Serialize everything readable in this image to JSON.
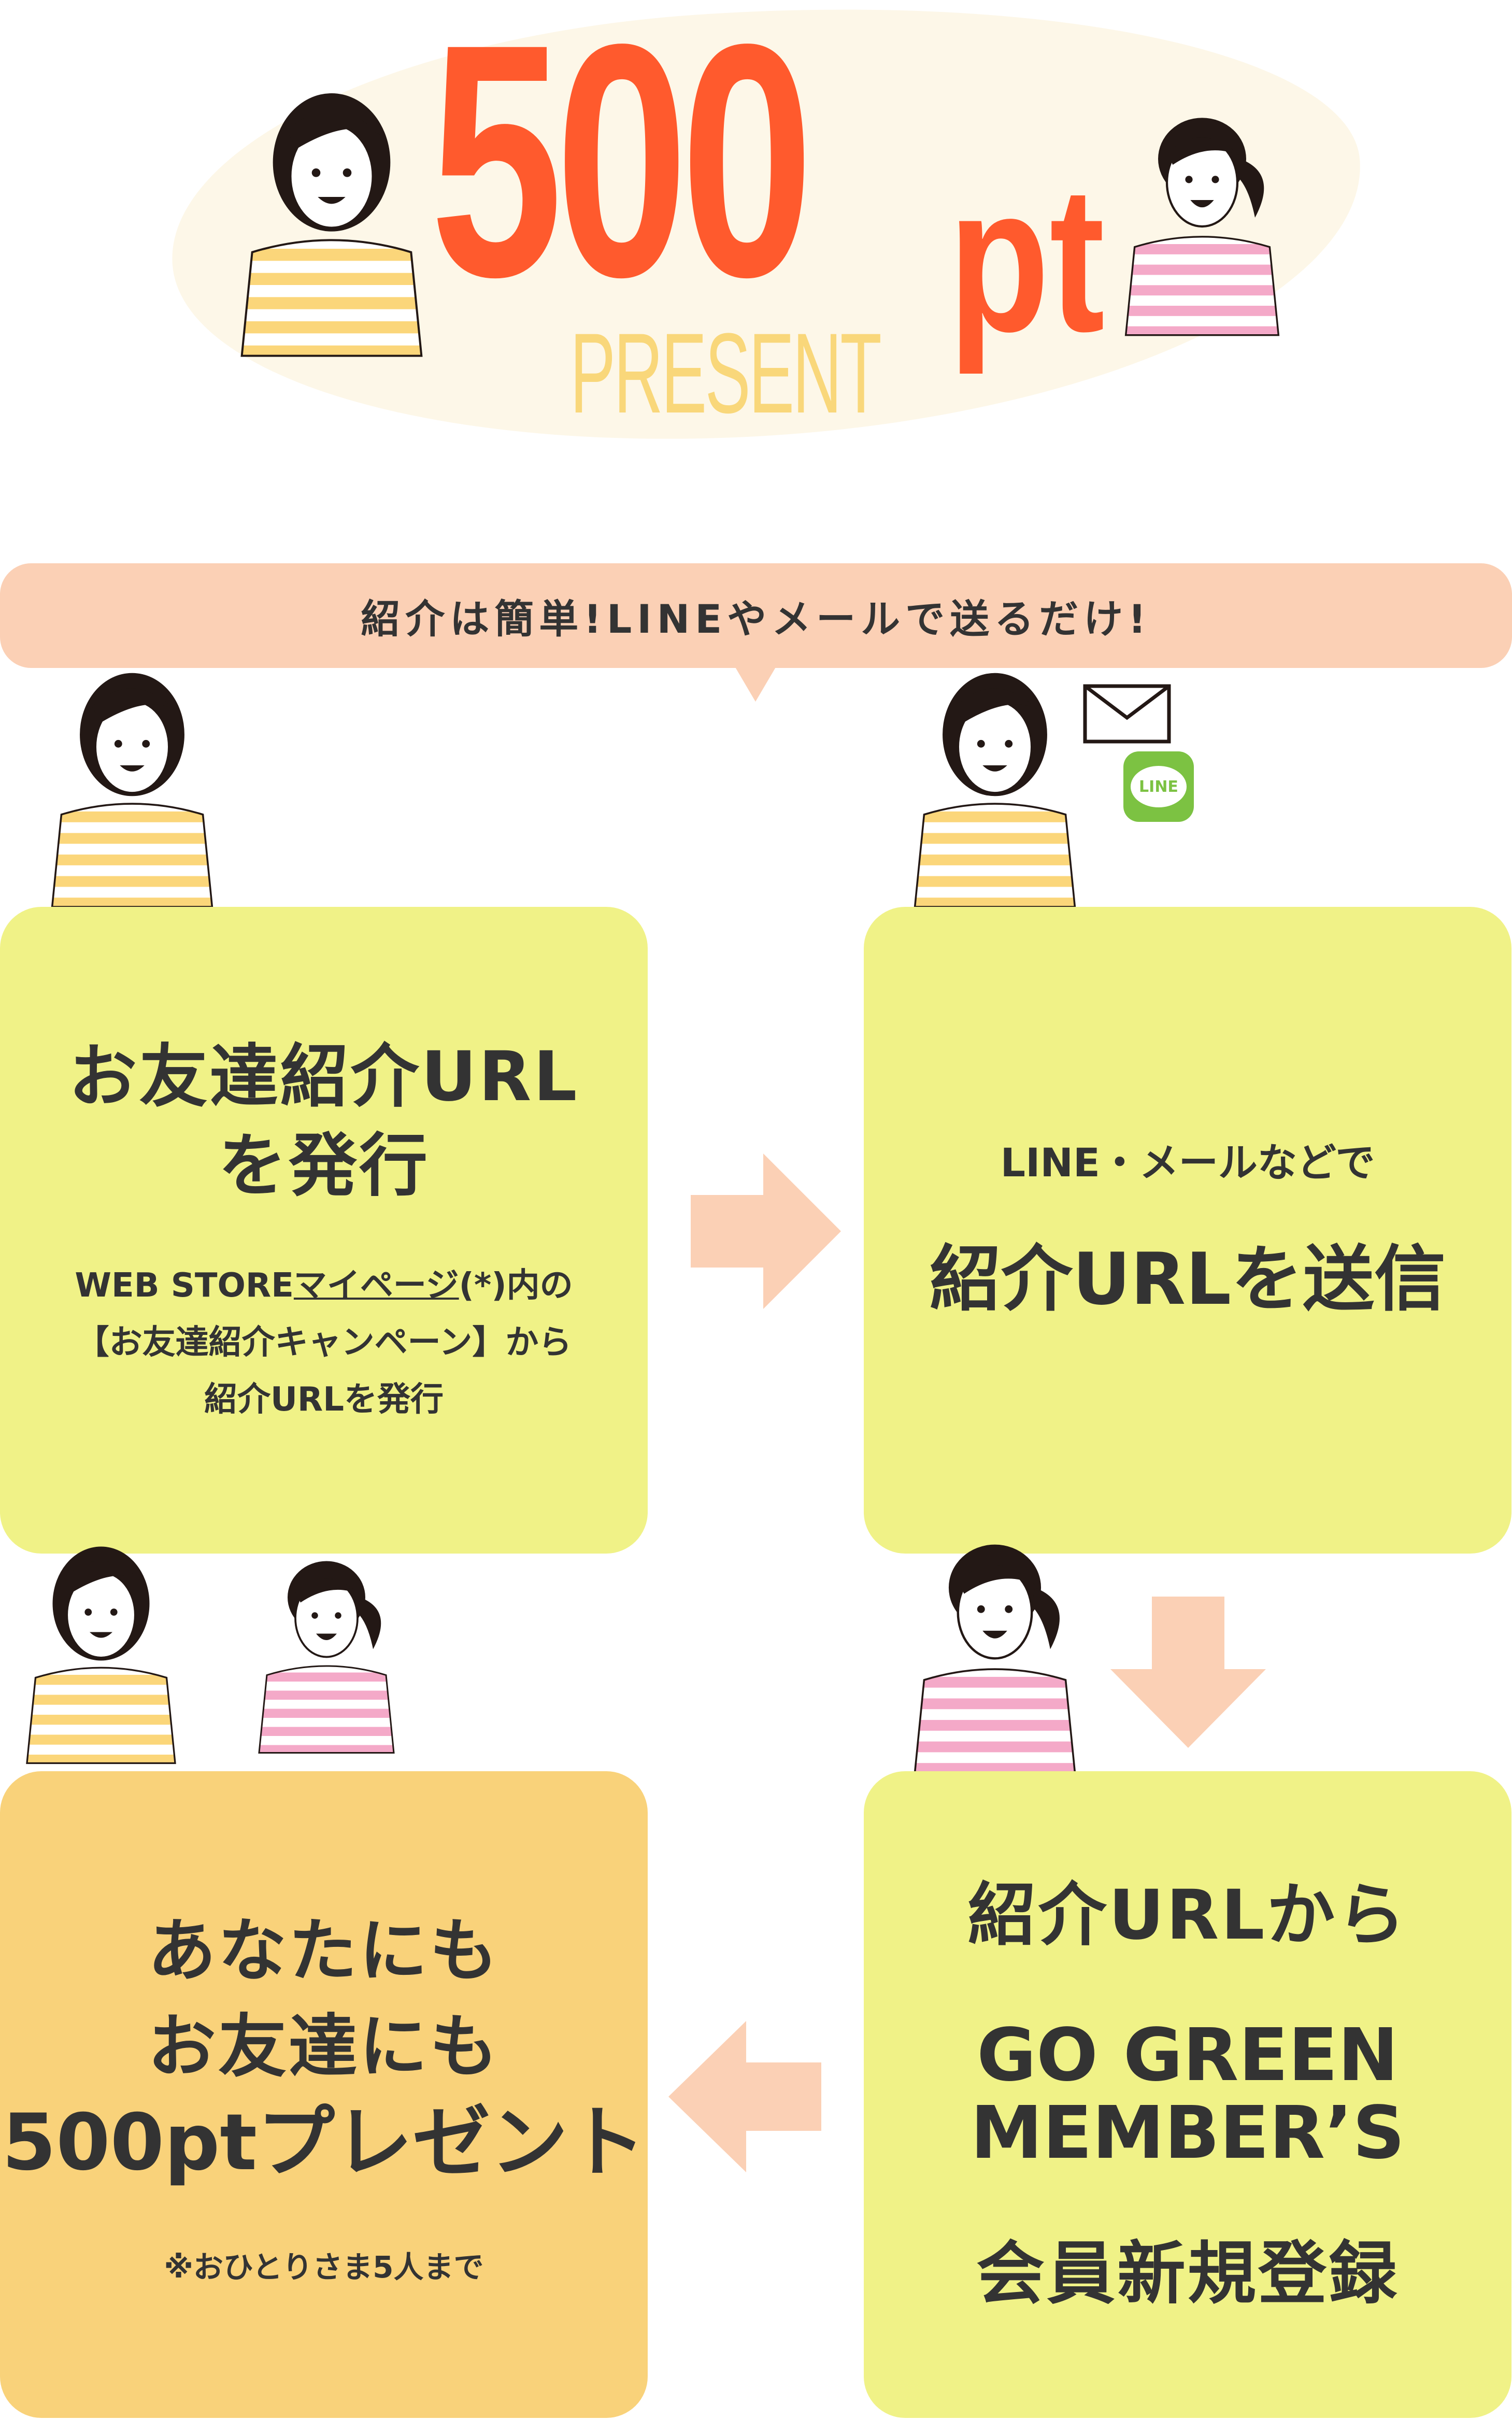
{
  "hero": {
    "points": "500",
    "unit": "pt",
    "present": "PRESENT"
  },
  "banner": {
    "text": "紹介は簡単!LINEやメールで送るだけ!"
  },
  "steps": [
    {
      "title_lines": [
        "お友達紹介URL",
        "を発行"
      ],
      "desc_prefix": "WEB STORE",
      "desc_link": "マイページ",
      "desc_suffix": "(*)内の",
      "desc_line2": "【お友達紹介キャンペーン】から",
      "desc_line3": "紹介URLを発行"
    },
    {
      "lead": "LINE・メールなどで",
      "title": "紹介URLを送信",
      "line_icon_label": "LINE"
    },
    {
      "line1": "紹介URLから",
      "brand_line1": "GO GREEN",
      "brand_line2": "MEMBER’S",
      "line3": "会員新規登録"
    },
    {
      "lines": [
        "あなたにも",
        "お友達にも",
        "500ptプレゼント"
      ],
      "note": "※おひとりさま5人まで"
    }
  ],
  "colors": {
    "accent": "#ff5a2d",
    "present": "#f9d77a",
    "step": "#f0f287",
    "reward": "#f9d27a",
    "arrow": "#fbd0b5"
  }
}
